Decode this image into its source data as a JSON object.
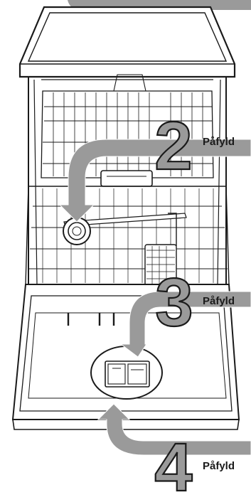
{
  "callouts": [
    {
      "number": "2",
      "label": "Påfyld"
    },
    {
      "number": "3",
      "label": "Påfyld"
    },
    {
      "number": "4",
      "label": "Påfyld"
    }
  ],
  "colors": {
    "arrow_gray": "#9a9a9a",
    "outline": "#1a1a1a",
    "background": "#ffffff"
  }
}
